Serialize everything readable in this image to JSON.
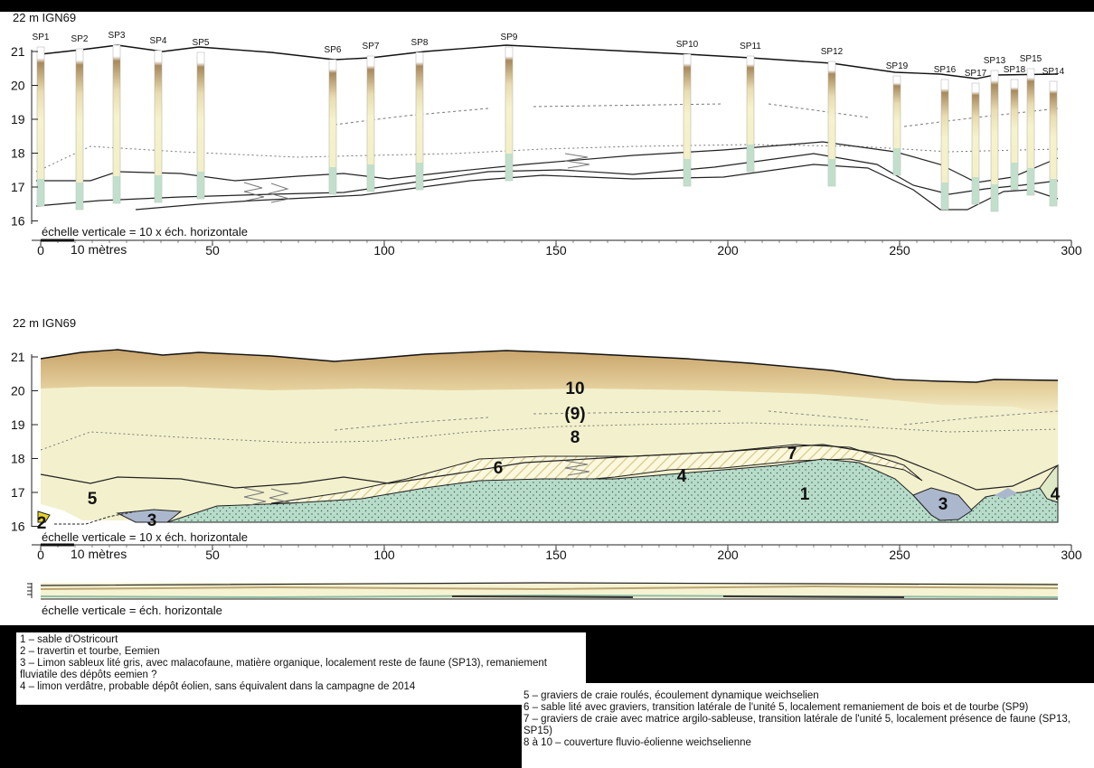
{
  "profile_top": {
    "datum_label": "22 m IGN69",
    "scale_note": "échelle verticale = 10 x éch. horizontale",
    "y_ticks": [
      "21",
      "20",
      "19",
      "18",
      "17",
      "16"
    ],
    "x_ticks": [
      "0",
      "50",
      "100",
      "150",
      "200",
      "250",
      "300"
    ],
    "scale_bar_label": "10 mètres",
    "boreholes": [
      "SP1",
      "SP2",
      "SP3",
      "SP4",
      "SP5",
      "SP6",
      "SP7",
      "SP8",
      "SP9",
      "SP10",
      "SP11",
      "SP12",
      "SP19",
      "SP16",
      "SP17",
      "SP13",
      "SP18",
      "SP15",
      "SP14"
    ]
  },
  "profile_bottom": {
    "datum_label": "22 m IGN69",
    "scale_note": "échelle verticale = 10 x éch. horizontale",
    "y_ticks": [
      "21",
      "20",
      "19",
      "18",
      "17",
      "16"
    ],
    "x_ticks": [
      "0",
      "50",
      "100",
      "150",
      "200",
      "250",
      "300"
    ],
    "scale_bar_label": "10 mètres",
    "unit_labels": [
      "10",
      "(9)",
      "8",
      "7",
      "6",
      "4",
      "1",
      "5",
      "2",
      "3",
      "3",
      "4"
    ]
  },
  "profile_true_scale": {
    "scale_note": "échelle verticale = éch. horizontale"
  },
  "legend_left": [
    "1 – sable d'Ostricourt",
    "2 – travertin et tourbe, Eemien",
    "3 – Limon sableux lité gris, avec malacofaune, matière organique, localement reste de faune (SP13), remaniement fluviatile des dépôts eemien ?",
    "4 – limon verdâtre, probable dépôt éolien, sans équivalent dans la campagne de 2014"
  ],
  "legend_right": [
    "5 – graviers de craie roulés, écoulement dynamique weichselien",
    "6 – sable lité avec graviers, transition latérale de l'unité 5, localement remaniement de bois et de tourbe (SP9)",
    "7 – graviers de craie avec matrice argilo-sableuse, transition latérale de l'unité 5, localement présence de faune (SP13, SP15)",
    "8 à 10 – couverture fluvio-éolienne weichselienne"
  ],
  "colors": {
    "sand_green": "#b9dccb",
    "loess_yellow": "#f4f2cf",
    "topsoil_brown": "#c9a56c",
    "grey_silt": "#aab7cc",
    "travertine_yellow": "#e8d22c"
  }
}
